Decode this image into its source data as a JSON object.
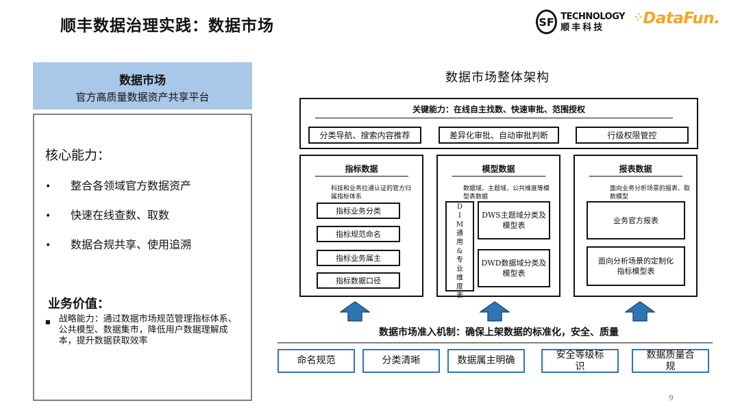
{
  "header": {
    "title": "顺丰数据治理实践：数据市场",
    "sf_logo": {
      "badge": "SF",
      "line1": "TECHNOLOGY",
      "line2": "顺丰科技"
    },
    "datafun_logo": "DataFun."
  },
  "left": {
    "market_title": "数据市场",
    "market_subtitle": "官方高质量数据资产共享平台",
    "core_title": "核心能力：",
    "core_items": [
      "整合各领域官方数据资产",
      "快速在线查数、取数",
      "数据合规共享、使用追溯"
    ],
    "value_title": "业务价值：",
    "value_items": [
      "战略能力：通过数据市场规范管理指标体系、公共模型、数据集市，降低用户数据理解成本，提升数据获取效率"
    ]
  },
  "architecture": {
    "title": "数据市场整体架构",
    "key_capability": "关键能力：在线自主找数、快速审批、范围授权",
    "capabilities": [
      "分类导航、搜索内容推荐",
      "差异化审批、自动审批判断",
      "行级权限管控"
    ],
    "columns": [
      {
        "title": "指标数据",
        "desc": "科技和业务拉通认证的官方归属指标体系",
        "items": [
          "指标业务分类",
          "指标规范命名",
          "指标业务属主",
          "指标数据口径"
        ]
      },
      {
        "title": "模型数据",
        "desc": "数据域、主题域、公共维度等模型表数据",
        "side": "DIM通用&专业维度表",
        "items": [
          "DWS主题域分类及模型表",
          "DWD数据域分类及模型表"
        ]
      },
      {
        "title": "报表数据",
        "desc": "面向业务分析场景的报表、取数模型",
        "items": [
          "业务官方报表",
          "面向分析场景的定制化指标模型表"
        ]
      }
    ],
    "admission": "数据市场准入机制：确保上架数据的标准化，安全、质量",
    "standards": [
      "命名规范",
      "分类清晰",
      "数据属主明确",
      "安全等级标识",
      "数据质量合规"
    ]
  },
  "page_number": "9",
  "colors": {
    "accent_blue": "#2e75b6",
    "panel_blue": "#a9c7e8",
    "datafun_orange": "#f5a623"
  }
}
